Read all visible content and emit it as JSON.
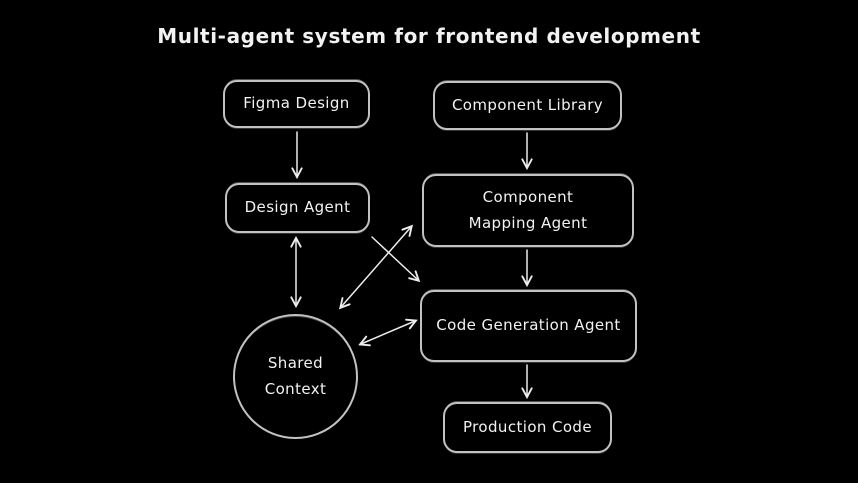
{
  "title": "Multi-agent system for frontend development",
  "colors": {
    "background": "#000000",
    "node_stroke": "#c2c2c2",
    "arrow": "#ececec",
    "text": "#f2f2f2"
  },
  "diagram": {
    "nodes": [
      {
        "id": "figma-design",
        "label": "Figma Design",
        "shape": "rect"
      },
      {
        "id": "component-library",
        "label": "Component Library",
        "shape": "rect"
      },
      {
        "id": "design-agent",
        "label": "Design Agent",
        "shape": "rect"
      },
      {
        "id": "component-mapping-agent",
        "label": "Component Mapping Agent",
        "shape": "rect"
      },
      {
        "id": "code-generation-agent",
        "label": "Code Generation Agent",
        "shape": "rect"
      },
      {
        "id": "shared-context",
        "label": "Shared Context",
        "shape": "circle"
      },
      {
        "id": "production-code",
        "label": "Production Code",
        "shape": "rect"
      }
    ],
    "edges": [
      {
        "from": "figma-design",
        "to": "design-agent",
        "direction": "one-way"
      },
      {
        "from": "component-library",
        "to": "component-mapping-agent",
        "direction": "one-way"
      },
      {
        "from": "component-mapping-agent",
        "to": "code-generation-agent",
        "direction": "one-way"
      },
      {
        "from": "code-generation-agent",
        "to": "production-code",
        "direction": "one-way"
      },
      {
        "from": "design-agent",
        "to": "shared-context",
        "direction": "two-way"
      },
      {
        "from": "shared-context",
        "to": "component-mapping-agent",
        "direction": "two-way"
      },
      {
        "from": "design-agent",
        "to": "code-generation-agent",
        "direction": "one-way"
      },
      {
        "from": "shared-context",
        "to": "code-generation-agent",
        "direction": "two-way"
      }
    ]
  }
}
